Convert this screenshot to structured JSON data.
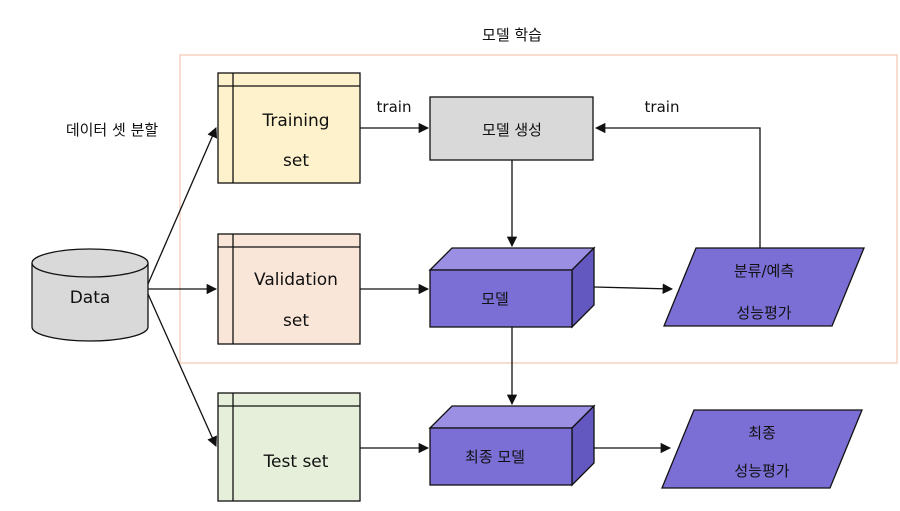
{
  "title": "모델 학습",
  "split_label": "데이터 셋 분할",
  "nodes": {
    "data": "Data",
    "training_line1": "Training",
    "training_line2": "set",
    "validation_line1": "Validation",
    "validation_line2": "set",
    "test": "Test set",
    "model_create": "모델 생성",
    "model": "모델",
    "final_model": "최종 모델",
    "classify_line1": "분류/예측",
    "classify_line2": "성능평가",
    "final_eval_line1": "최종",
    "final_eval_line2": "성능평가"
  },
  "edge_labels": {
    "train_left": "train",
    "train_right": "train"
  },
  "colors": {
    "training_fill": "#fdf2cc",
    "validation_fill": "#fae6d9",
    "test_fill": "#e6efd9",
    "gray_fill": "#d9d9d9",
    "purple_front": "#7b6fd6",
    "purple_top": "#9a8fe3",
    "purple_side": "#6357c0",
    "group_border": "#f4c7b0"
  }
}
